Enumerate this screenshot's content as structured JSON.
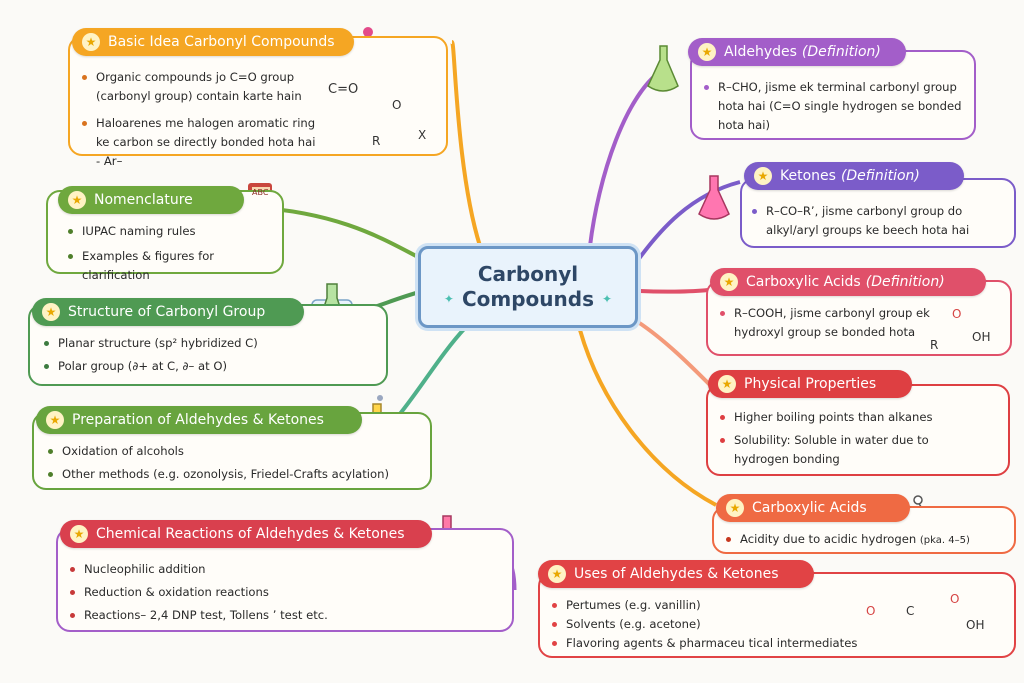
{
  "center": {
    "line1": "Carbonyl",
    "line2": "Compounds"
  },
  "nodes": {
    "basic_idea": {
      "title": "Basic Idea Carbonyl Compounds",
      "items": [
        "Organic compounds jo C=O group (carbonyl group) contain karte hain",
        "Haloarenes me halogen aromatic ring ke carbon se directly bonded hota hai - Ar–"
      ],
      "color": "#f5a623"
    },
    "nomenclature": {
      "title": "Nomenclature",
      "items": [
        "IUPAC naming rules",
        "Examples & figures for clarification"
      ],
      "color": "#6fa83e"
    },
    "structure": {
      "title": "Structure of Carbonyl Group",
      "items": [
        "Planar structure (sp² hybridized C)",
        "Polar group (∂+ at C, ∂– at O)"
      ],
      "color": "#4f9a53"
    },
    "preparation": {
      "title": "Preparation of Aldehydes & Ketones",
      "items": [
        "Oxidation of alcohols",
        "Other methods (e.g. ozonolysis, Friedel-Crafts acylation)"
      ],
      "color": "#68a43e"
    },
    "reactions": {
      "title": "Chemical Reactions of Aldehydes & Ketones",
      "items": [
        "Nucleophilic addition",
        "Reduction & oxidation reactions",
        "Reactions– 2,4  DNP test, Tollens ʼ test etc."
      ],
      "color": "#d9404e"
    },
    "aldehydes": {
      "title": "Aldehydes",
      "title_suffix": "(Definition)",
      "items": [
        "R–CHO, jisme ek terminal carbonyl group hota hai (C=O single hydrogen se bonded hota hai)"
      ],
      "color": "#a35ec9"
    },
    "ketones": {
      "title": "Ketones",
      "title_suffix": "(Definition)",
      "items": [
        "R–CO–Rʼ, jisme carbonyl group do alkyl/aryl groups ke beech hota hai"
      ],
      "color": "#7b5cc9"
    },
    "carboxylic_def": {
      "title": "Carboxylic Acids",
      "title_suffix": "(Definition)",
      "items": [
        "R–COOH, jisme carbonyl group ek hydroxyl group se bonded hota"
      ],
      "color": "#e0506a"
    },
    "physical": {
      "title": "Physical Properties",
      "items": [
        "Higher boiling points than alkanes",
        "Solubility: Soluble in water due to hydrogen bonding"
      ],
      "color": "#de3f42"
    },
    "carboxylic": {
      "title": "Carboxylic Acids",
      "items": [
        "Acidity due to acidic hydrogen"
      ],
      "items_small": "(pka. 4–5)",
      "color": "#ef6a43"
    },
    "uses": {
      "title": "Uses of Aldehydes & Ketones",
      "items": [
        "Pertumes (e.g.  vanillin)",
        "Solvents (e.g.  acetone)",
        "Flavoring agents & pharmaceu tical intermediates"
      ],
      "color": "#e14345"
    }
  },
  "chem_labels": {
    "co": "C=O",
    "o": "O",
    "r": "R",
    "x": "X",
    "oh": "OH",
    "c": "C",
    "abc": "ABC"
  }
}
